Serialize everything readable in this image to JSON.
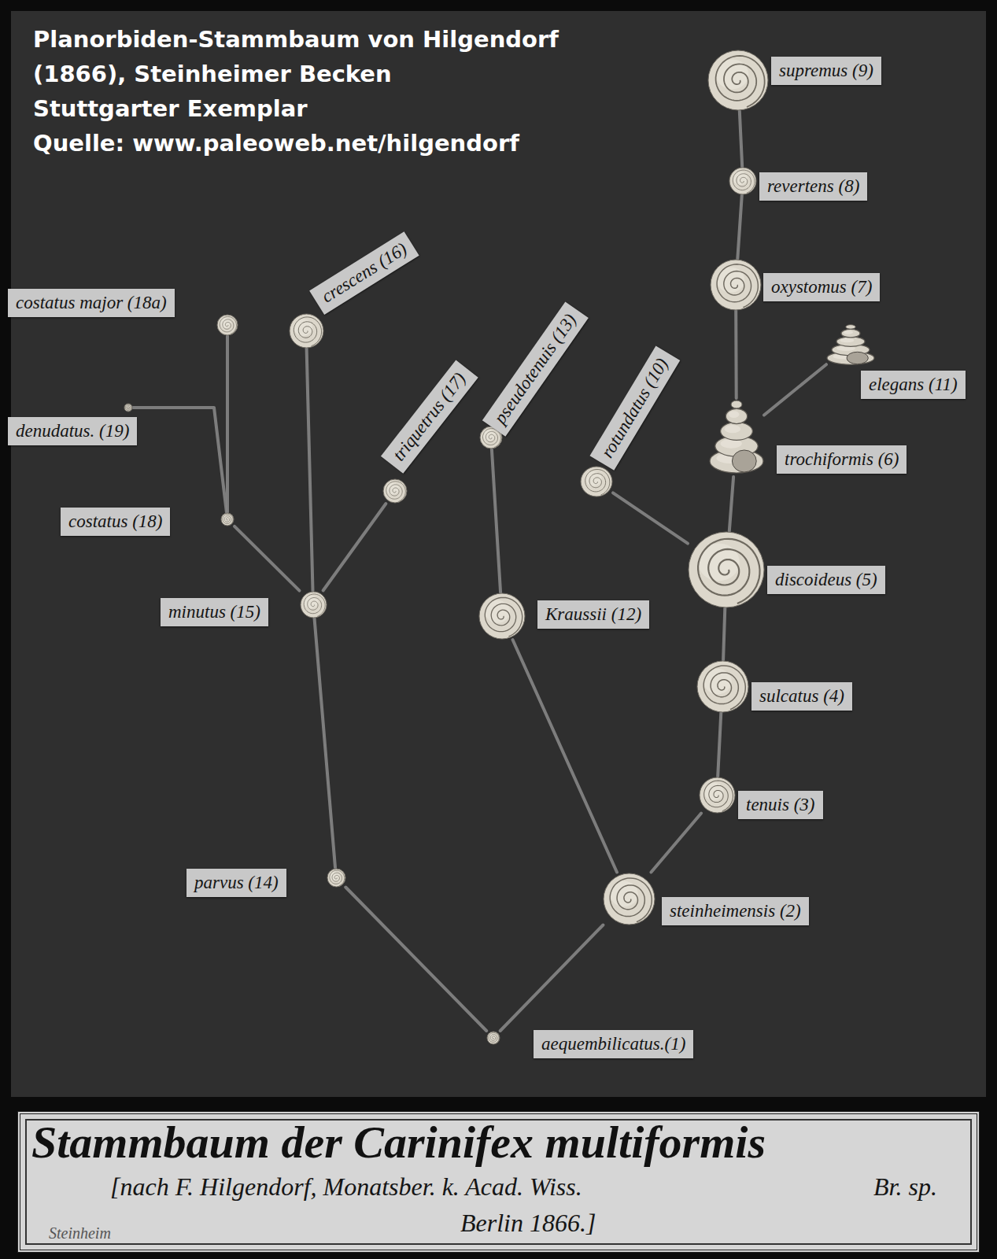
{
  "diagram": {
    "title": "Planorbiden-Stammbaum von Hilgendorf (1866), Steinheimer Becken",
    "caption": "Stammbaum der Carinifex multiformis",
    "nodes": [
      {
        "text": [
          "aequembilicatus.(1)"
        ]
      },
      {
        "text": [
          "steinheimensis (2)"
        ]
      },
      {
        "text": [
          "tenuis (3)"
        ]
      },
      {
        "text": [
          "sulcatus (4)"
        ]
      },
      {
        "text": [
          "discoideus (5)"
        ]
      },
      {
        "text": [
          "trochiformis (6)"
        ]
      },
      {
        "text": [
          "oxystomus (7)"
        ]
      },
      {
        "text": [
          "revertens (8)"
        ]
      },
      {
        "text": [
          "supremus (9)"
        ]
      },
      {
        "text": [
          "rotundatus (10)"
        ]
      },
      {
        "text": [
          "elegans (11)"
        ]
      },
      {
        "text": [
          "Kraussii (12)"
        ]
      },
      {
        "text": [
          "pseudotenuis (13)"
        ]
      },
      {
        "text": [
          "parvus (14)"
        ]
      },
      {
        "text": [
          "minutus (15)"
        ]
      },
      {
        "text": [
          "crescens (16)"
        ]
      },
      {
        "text": [
          "triquetrus (17)"
        ]
      },
      {
        "text": [
          "costatus (18)"
        ]
      },
      {
        "text": [
          "denudatus. (19)"
        ]
      },
      {
        "text": [
          "costatus major (18a)"
        ]
      }
    ],
    "edges": [
      {
        "from": 0,
        "to": 1,
        "arrow": "none"
      },
      {
        "from": 0,
        "to": 13,
        "arrow": "none"
      },
      {
        "from": 1,
        "to": 2,
        "arrow": "none"
      },
      {
        "from": 2,
        "to": 3,
        "arrow": "none"
      },
      {
        "from": 3,
        "to": 4,
        "arrow": "none"
      },
      {
        "from": 4,
        "to": 5,
        "arrow": "none"
      },
      {
        "from": 5,
        "to": 6,
        "arrow": "none"
      },
      {
        "from": 6,
        "to": 7,
        "arrow": "none"
      },
      {
        "from": 7,
        "to": 8,
        "arrow": "none"
      },
      {
        "from": 5,
        "to": 10,
        "arrow": "none"
      },
      {
        "from": 4,
        "to": 9,
        "arrow": "none"
      },
      {
        "from": 1,
        "to": 11,
        "arrow": "none"
      },
      {
        "from": 11,
        "to": 12,
        "arrow": "none"
      },
      {
        "from": 13,
        "to": 14,
        "arrow": "none"
      },
      {
        "from": 14,
        "to": 15,
        "arrow": "none"
      },
      {
        "from": 14,
        "to": 16,
        "arrow": "none"
      },
      {
        "from": 14,
        "to": 17,
        "arrow": "none"
      },
      {
        "from": 17,
        "to": 19,
        "arrow": "none"
      },
      {
        "from": 17,
        "to": 18,
        "arrow": "none"
      }
    ],
    "labels": [
      "Stuttgarter Exemplar",
      "Quelle: www.paleoweb.net/hilgendorf",
      "[nach F. Hilgendorf, Monatsber. k. Acad. Wiss.",
      "Br. sp.",
      "Berlin 1866.]",
      "Steinheim"
    ]
  }
}
